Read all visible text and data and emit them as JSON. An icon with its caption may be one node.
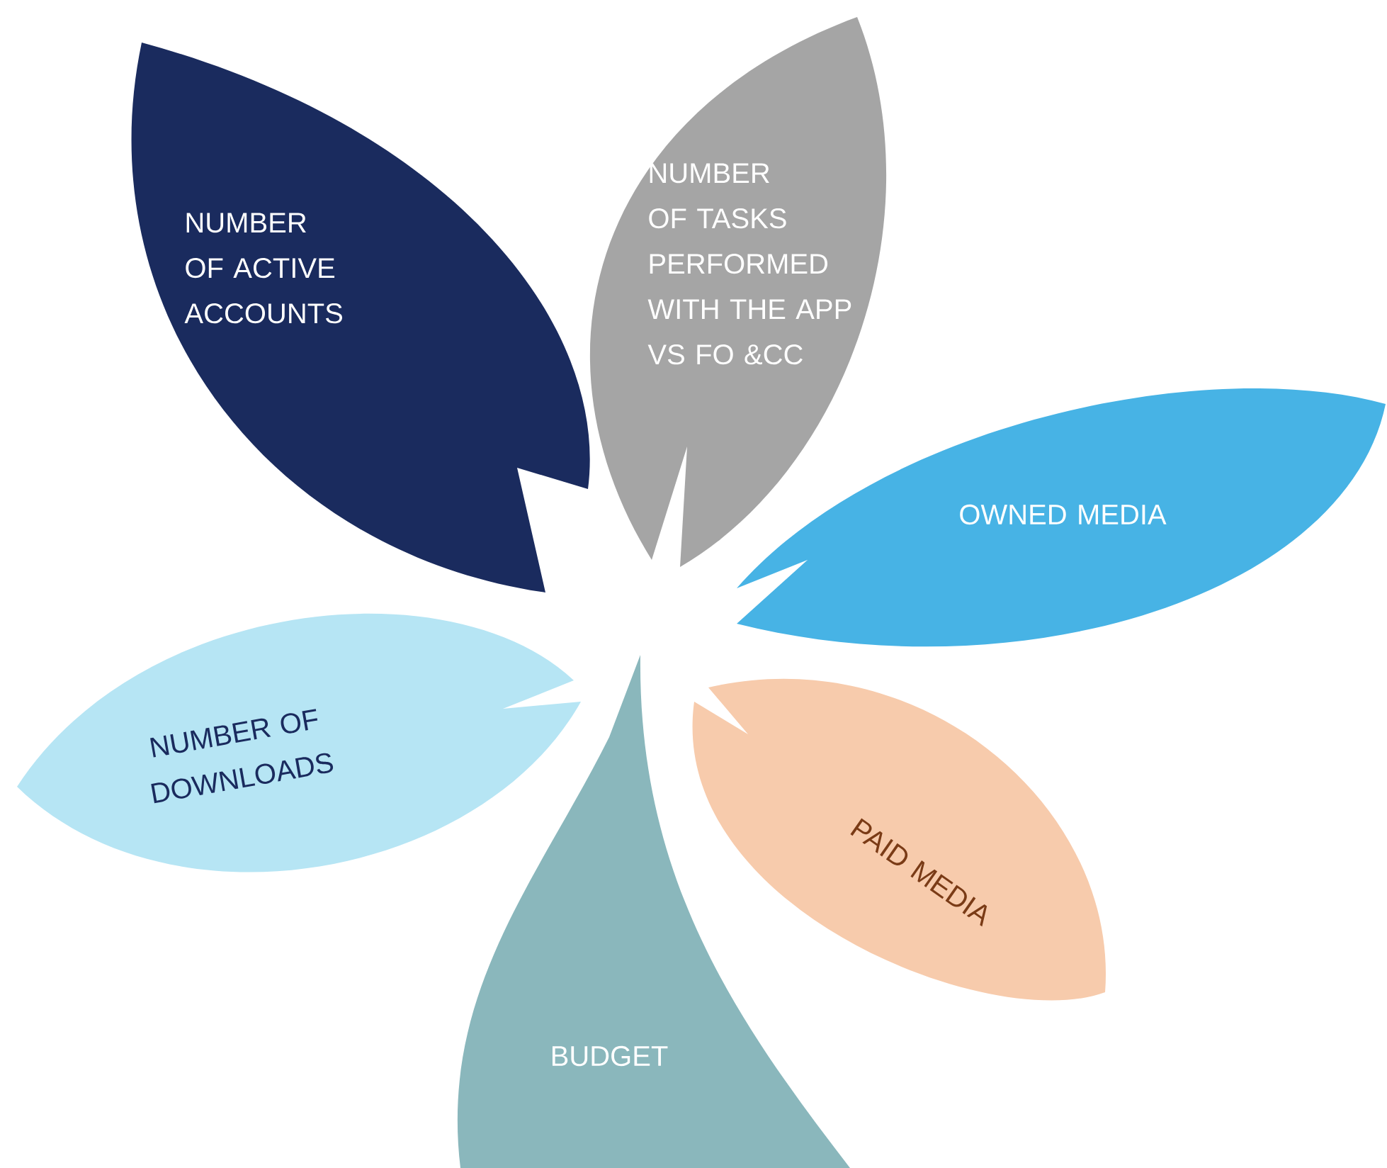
{
  "diagram": {
    "nodes": [
      {
        "text": [
          "NUMBER OF ACTIVE ACCOUNTS"
        ]
      },
      {
        "text": [
          "NUMBER OF TASKS PERFORMED WITH THE APP VS FO &CC"
        ]
      },
      {
        "text": [
          "OWNED MEDIA"
        ]
      },
      {
        "text": [
          "NUMBER OF DOWNLOADS"
        ]
      },
      {
        "text": [
          "PAID MEDIA"
        ]
      },
      {
        "text": [
          "BUDGET"
        ]
      }
    ]
  }
}
